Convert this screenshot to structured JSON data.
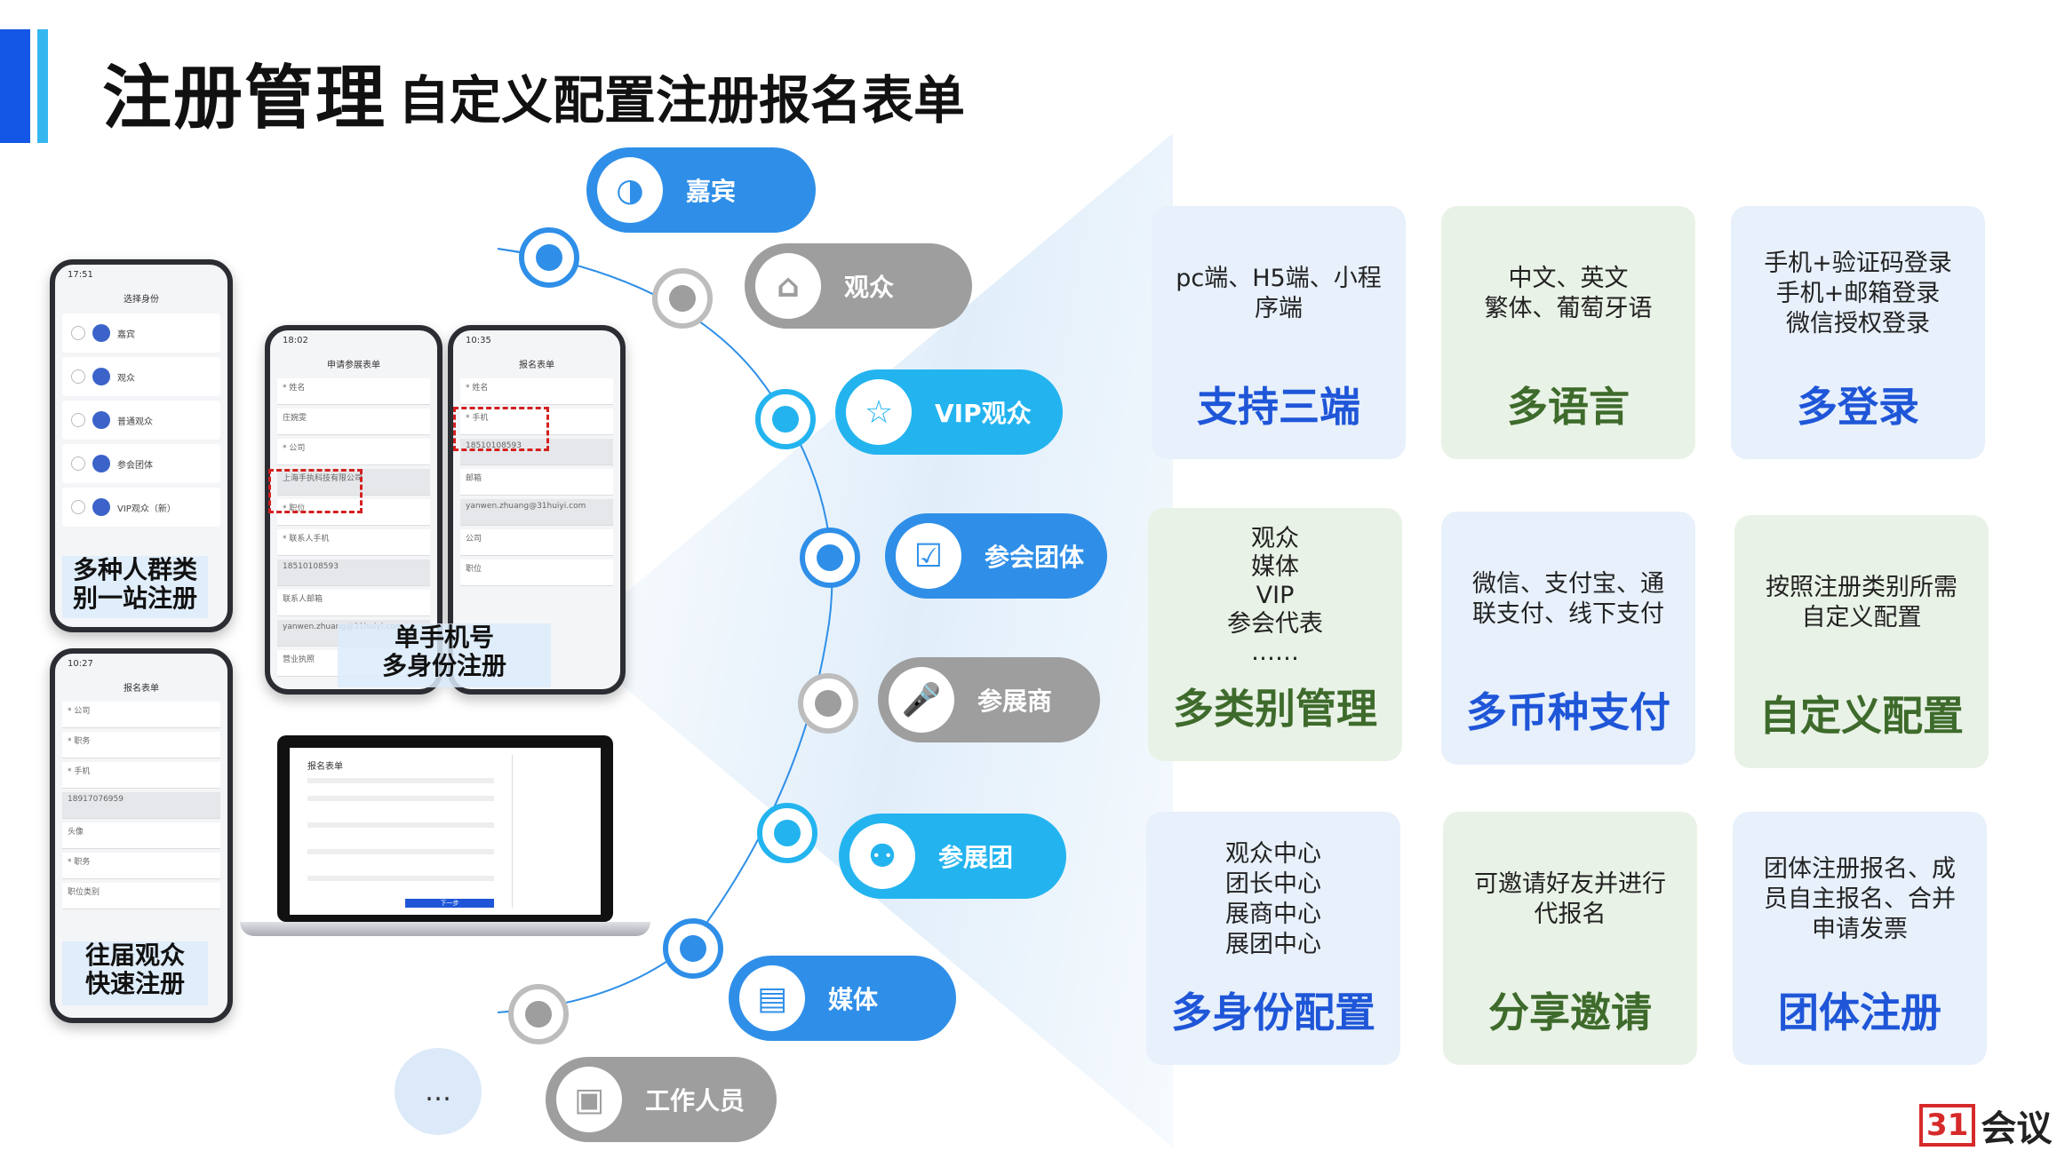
{
  "header": {
    "title": "注册管理",
    "subtitle": "自定义配置注册报名表单"
  },
  "phones": {
    "p1": {
      "time": "17:51",
      "title": "选择身份",
      "options": [
        "嘉宾",
        "观众",
        "普通观众",
        "参会团体",
        "VIP观众（新）"
      ],
      "caption_line1": "多种人群类",
      "caption_line2": "别一站注册"
    },
    "p2": {
      "time": "10:27",
      "title": "报名表单",
      "fields": [
        "* 公司",
        "* 职务",
        "* 手机",
        "18917076959",
        "头像",
        "* 职务",
        "职位类别"
      ],
      "caption_line1": "往届观众",
      "caption_line2": "快速注册"
    },
    "p3": {
      "time": "18:02",
      "title": "申请参展表单",
      "fields": [
        "* 姓名",
        "庄婉雯",
        "* 公司",
        "上海手执科技有限公司",
        "* 职位",
        "* 联系人手机",
        "18510108593",
        "联系人邮箱",
        "yanwen.zhuang@31huiyi.com",
        "营业执照"
      ]
    },
    "p4": {
      "time": "10:35",
      "title": "报名表单",
      "fields": [
        "* 姓名",
        "* 手机",
        "18510108593",
        "邮箱",
        "yanwen.zhuang@31huiyi.com",
        "公司",
        "职位"
      ]
    },
    "mid_caption_line1": "单手机号",
    "mid_caption_line2": "多身份注册"
  },
  "laptop": {
    "title": "报名表单",
    "next": "下一步"
  },
  "categories": [
    {
      "label": "嘉宾",
      "icon": "user-icon",
      "color": "blue"
    },
    {
      "label": "观众",
      "icon": "audience-icon",
      "color": "grey"
    },
    {
      "label": "VIP观众",
      "icon": "vip-icon",
      "color": "cyan"
    },
    {
      "label": "参会团体",
      "icon": "checklist-icon",
      "color": "blue"
    },
    {
      "label": "参展商",
      "icon": "microphone-icon",
      "color": "grey"
    },
    {
      "label": "参展团",
      "icon": "group-icon",
      "color": "cyan"
    },
    {
      "label": "媒体",
      "icon": "badge-icon",
      "color": "blue"
    },
    {
      "label": "工作人员",
      "icon": "camera-icon",
      "color": "grey"
    }
  ],
  "more_label": "…",
  "features": [
    {
      "desc": [
        "pc端、H5端、小程",
        "序端"
      ],
      "title": "支持三端",
      "theme": "blue"
    },
    {
      "desc": [
        "中文、英文",
        "繁体、葡萄牙语"
      ],
      "title": "多语言",
      "theme": "green"
    },
    {
      "desc": [
        "手机+验证码登录",
        "手机+邮箱登录",
        "微信授权登录"
      ],
      "title": "多登录",
      "theme": "blue"
    },
    {
      "desc": [
        "观众",
        "媒体",
        "VIP",
        "参会代表",
        "……"
      ],
      "title": "多类别管理",
      "theme": "green"
    },
    {
      "desc": [
        "微信、支付宝、通",
        "联支付、线下支付"
      ],
      "title": "多币种支付",
      "theme": "blue"
    },
    {
      "desc": [
        "按照注册类别所需",
        "自定义配置"
      ],
      "title": "自定义配置",
      "theme": "green"
    },
    {
      "desc": [
        "观众中心",
        "团长中心",
        "展商中心",
        "展团中心"
      ],
      "title": "多身份配置",
      "theme": "blue"
    },
    {
      "desc": [
        "可邀请好友并进行",
        "代报名"
      ],
      "title": "分享邀请",
      "theme": "green"
    },
    {
      "desc": [
        "团体注册报名、成",
        "员自主报名、合并",
        "申请发票"
      ],
      "title": "团体注册",
      "theme": "blue"
    }
  ],
  "logo": {
    "mark": "31",
    "text": "会议"
  }
}
